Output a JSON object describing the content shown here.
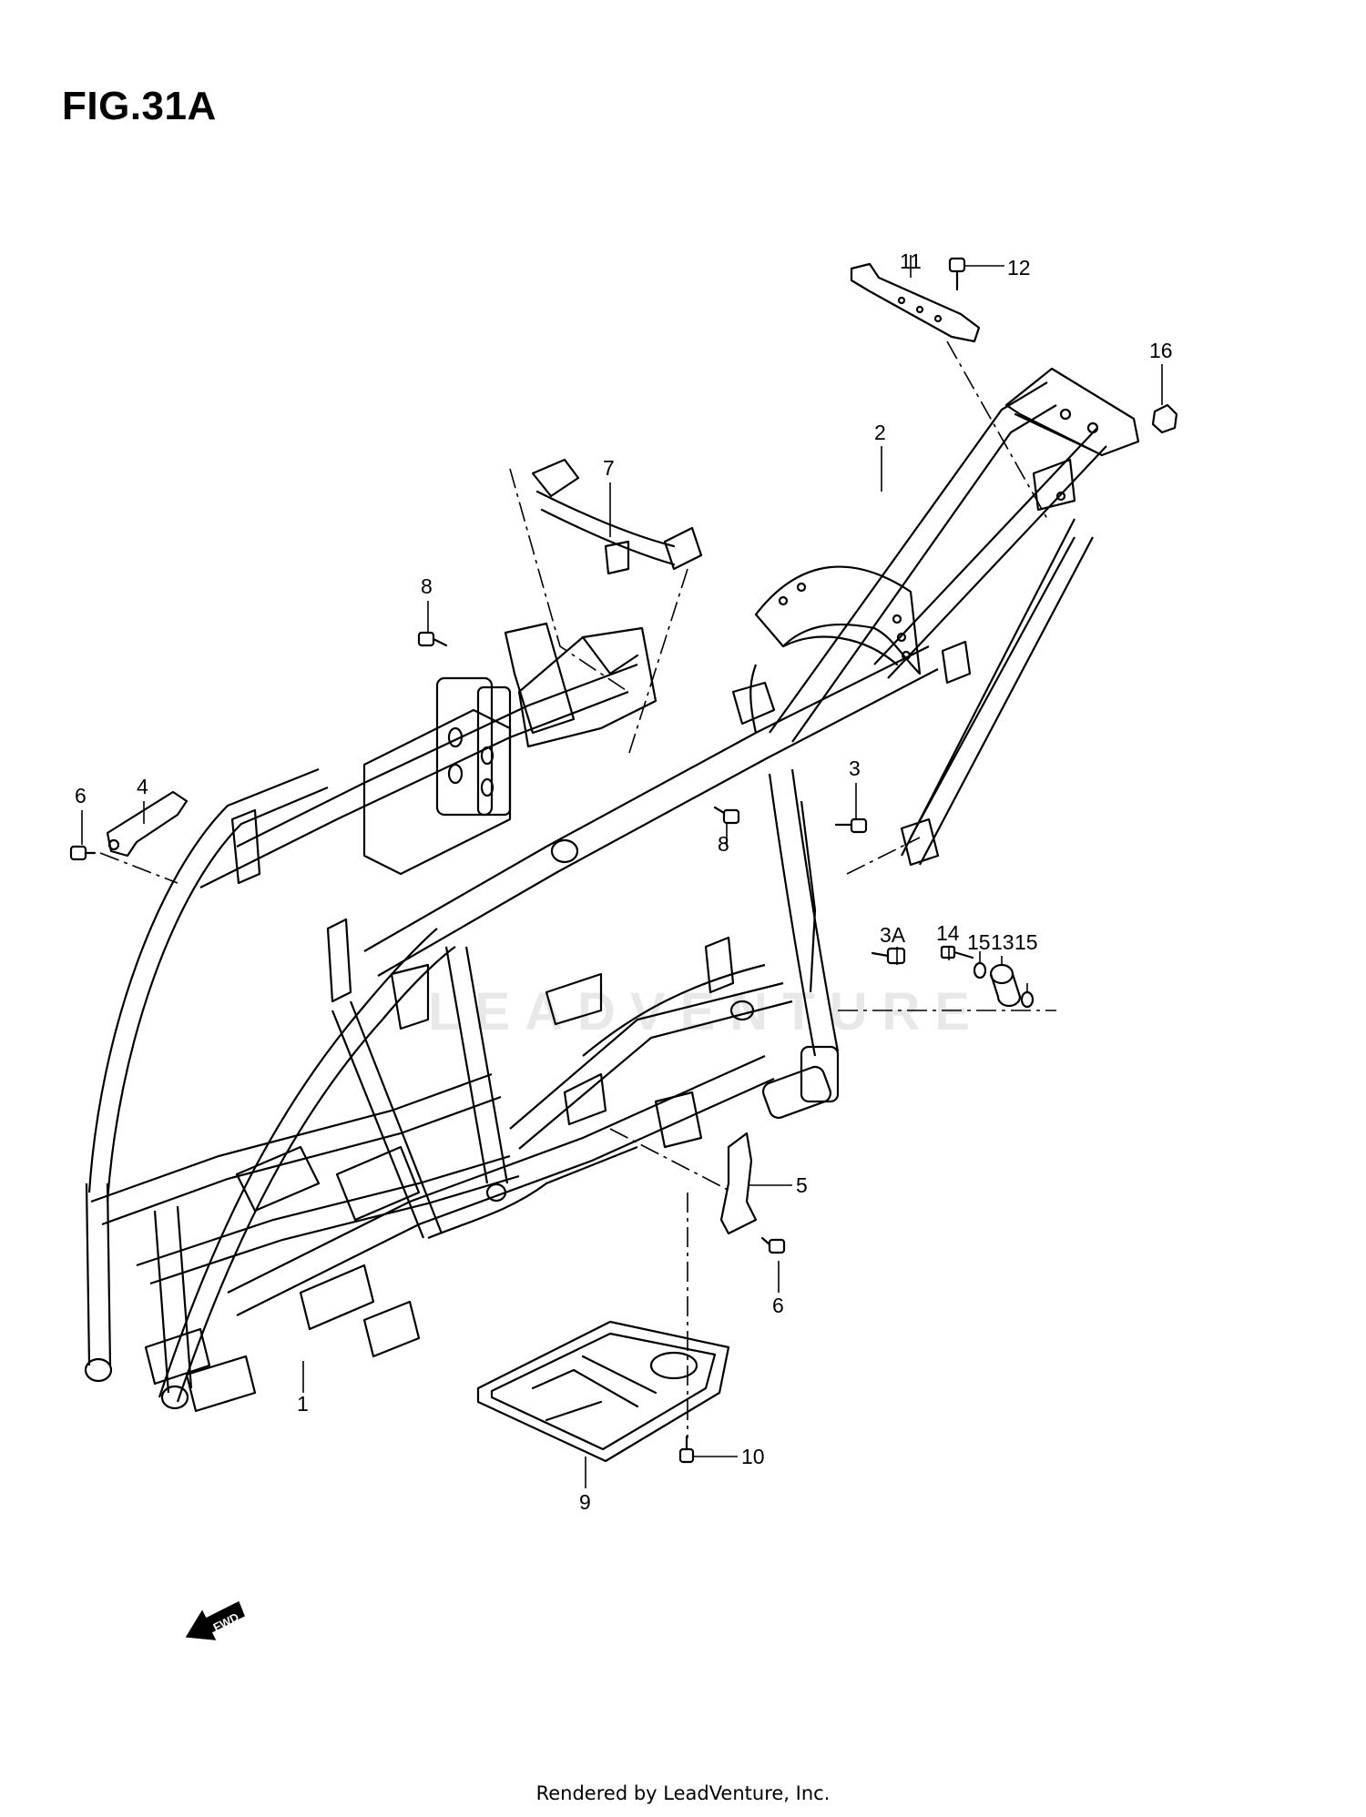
{
  "figure": {
    "title": "FIG.31A"
  },
  "watermark": "LEADVENTURE",
  "footer": "Rendered by LeadVenture, Inc.",
  "fwd_indicator": {
    "label": "FWD",
    "icon": "forward-arrow-icon"
  },
  "callouts": [
    {
      "id": "c1",
      "label": "1"
    },
    {
      "id": "c2",
      "label": "2"
    },
    {
      "id": "c3",
      "label": "3"
    },
    {
      "id": "c3a",
      "label": "3A"
    },
    {
      "id": "c4",
      "label": "4"
    },
    {
      "id": "c5",
      "label": "5"
    },
    {
      "id": "c6a",
      "label": "6"
    },
    {
      "id": "c6b",
      "label": "6"
    },
    {
      "id": "c7",
      "label": "7"
    },
    {
      "id": "c8a",
      "label": "8"
    },
    {
      "id": "c8b",
      "label": "8"
    },
    {
      "id": "c9",
      "label": "9"
    },
    {
      "id": "c10",
      "label": "10"
    },
    {
      "id": "c11",
      "label": "11"
    },
    {
      "id": "c12",
      "label": "12"
    },
    {
      "id": "c13",
      "label": "13"
    },
    {
      "id": "c14",
      "label": "14"
    },
    {
      "id": "c15a",
      "label": "15"
    },
    {
      "id": "c15b",
      "label": "15"
    },
    {
      "id": "c16",
      "label": "16"
    }
  ]
}
